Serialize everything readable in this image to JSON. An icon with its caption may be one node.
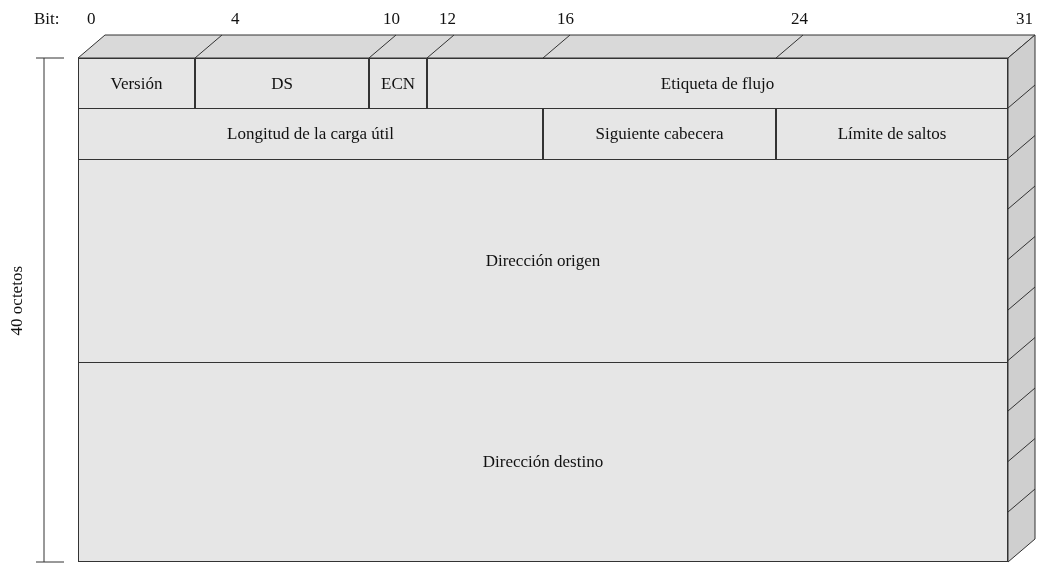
{
  "diagram": {
    "nodes": [
      {
        "text": [
          "Versión"
        ]
      },
      {
        "text": [
          "DS"
        ]
      },
      {
        "text": [
          "ECN"
        ]
      },
      {
        "text": [
          "Etiqueta de flujo"
        ]
      },
      {
        "text": [
          "Longitud de la carga útil"
        ]
      },
      {
        "text": [
          "Siguiente cabecera"
        ]
      },
      {
        "text": [
          "Límite de saltos"
        ]
      },
      {
        "text": [
          "Dirección origen"
        ]
      },
      {
        "text": [
          "Dirección destino"
        ]
      }
    ],
    "labels": [
      "Bit:",
      "0",
      "4",
      "10",
      "12",
      "16",
      "24",
      "31",
      "40 octetos"
    ]
  }
}
